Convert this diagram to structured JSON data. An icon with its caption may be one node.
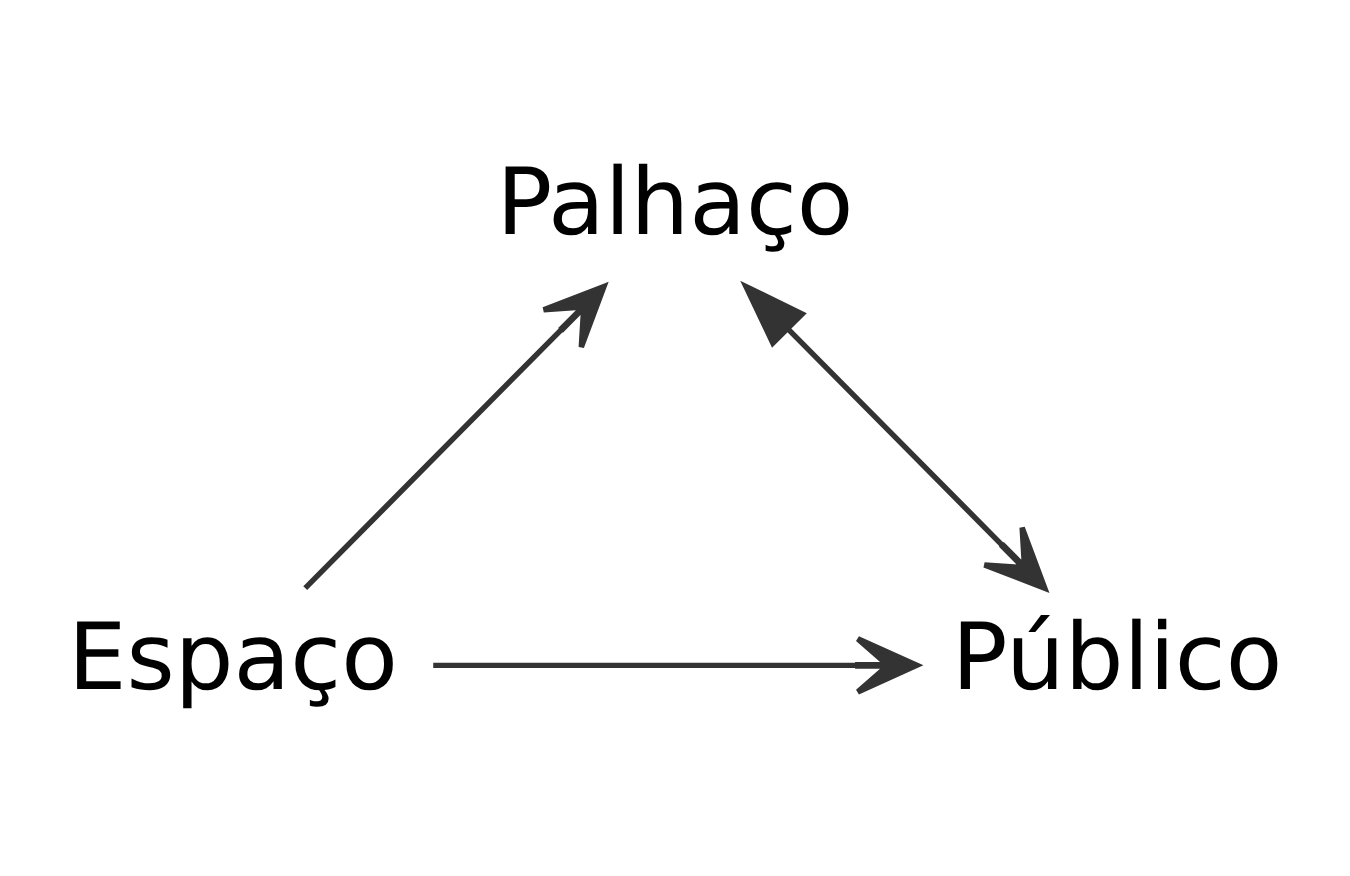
{
  "diagram": {
    "nodes": [
      {
        "text": [
          "Palhaço"
        ]
      },
      {
        "text": [
          "Público"
        ]
      },
      {
        "text": [
          "Espaço"
        ]
      }
    ],
    "edges": [
      {
        "from": 0,
        "to": 1,
        "arrow": "both"
      },
      {
        "from": 2,
        "to": 0,
        "arrow": "to"
      },
      {
        "from": 2,
        "to": 1,
        "arrow": "to"
      }
    ]
  }
}
